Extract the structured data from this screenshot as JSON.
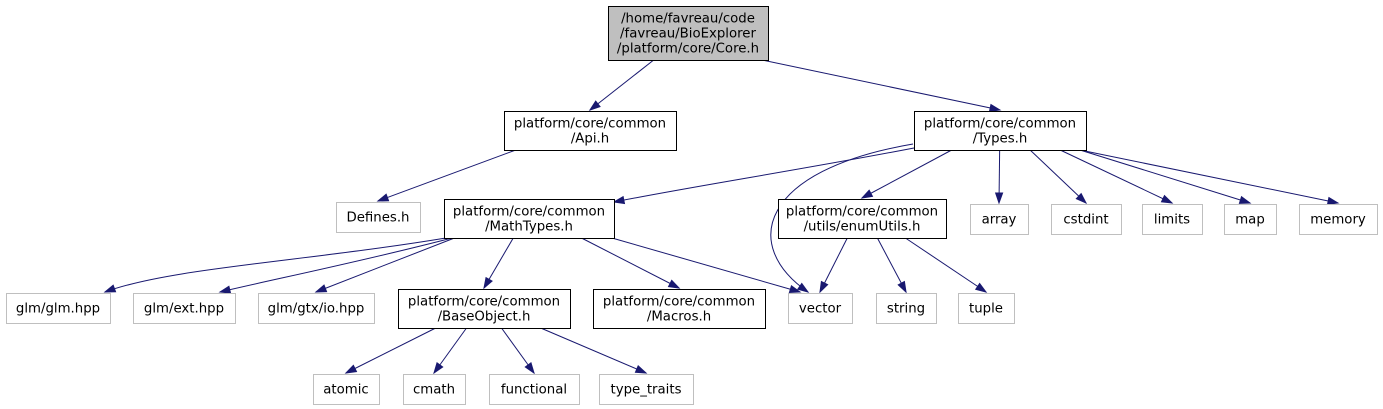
{
  "diagram": {
    "nodes": [
      {
        "id": "core",
        "lines": [
          "/home/favreau/code",
          "/favreau/BioExplorer",
          "/platform/core/Core.h"
        ],
        "kind": "root",
        "interactable": true
      },
      {
        "id": "api",
        "lines": [
          "platform/core/common",
          "/Api.h"
        ],
        "kind": "local",
        "interactable": true
      },
      {
        "id": "types",
        "lines": [
          "platform/core/common",
          "/Types.h"
        ],
        "kind": "local",
        "interactable": true
      },
      {
        "id": "defines",
        "lines": [
          "Defines.h"
        ],
        "kind": "external",
        "interactable": false
      },
      {
        "id": "mathtypes",
        "lines": [
          "platform/core/common",
          "/MathTypes.h"
        ],
        "kind": "local",
        "interactable": true
      },
      {
        "id": "enumutils",
        "lines": [
          "platform/core/common",
          "/utils/enumUtils.h"
        ],
        "kind": "local",
        "interactable": true
      },
      {
        "id": "array",
        "lines": [
          "array"
        ],
        "kind": "external",
        "interactable": false
      },
      {
        "id": "cstdint",
        "lines": [
          "cstdint"
        ],
        "kind": "external",
        "interactable": false
      },
      {
        "id": "limits",
        "lines": [
          "limits"
        ],
        "kind": "external",
        "interactable": false
      },
      {
        "id": "map",
        "lines": [
          "map"
        ],
        "kind": "external",
        "interactable": false
      },
      {
        "id": "memory",
        "lines": [
          "memory"
        ],
        "kind": "external",
        "interactable": false
      },
      {
        "id": "glm",
        "lines": [
          "glm/glm.hpp"
        ],
        "kind": "external",
        "interactable": false
      },
      {
        "id": "glmext",
        "lines": [
          "glm/ext.hpp"
        ],
        "kind": "external",
        "interactable": false
      },
      {
        "id": "glmio",
        "lines": [
          "glm/gtx/io.hpp"
        ],
        "kind": "external",
        "interactable": false
      },
      {
        "id": "baseobject",
        "lines": [
          "platform/core/common",
          "/BaseObject.h"
        ],
        "kind": "local",
        "interactable": true
      },
      {
        "id": "macros",
        "lines": [
          "platform/core/common",
          "/Macros.h"
        ],
        "kind": "local",
        "interactable": true
      },
      {
        "id": "vector",
        "lines": [
          "vector"
        ],
        "kind": "external",
        "interactable": false
      },
      {
        "id": "string",
        "lines": [
          "string"
        ],
        "kind": "external",
        "interactable": false
      },
      {
        "id": "tuple",
        "lines": [
          "tuple"
        ],
        "kind": "external",
        "interactable": false
      },
      {
        "id": "atomic",
        "lines": [
          "atomic"
        ],
        "kind": "external",
        "interactable": false
      },
      {
        "id": "cmath",
        "lines": [
          "cmath"
        ],
        "kind": "external",
        "interactable": false
      },
      {
        "id": "functional",
        "lines": [
          "functional"
        ],
        "kind": "external",
        "interactable": false
      },
      {
        "id": "type_traits",
        "lines": [
          "type_traits"
        ],
        "kind": "external",
        "interactable": false
      }
    ],
    "edges": [
      [
        "core",
        "api"
      ],
      [
        "core",
        "types"
      ],
      [
        "api",
        "defines"
      ],
      [
        "types",
        "mathtypes"
      ],
      [
        "types",
        "vector"
      ],
      [
        "types",
        "enumutils"
      ],
      [
        "types",
        "array"
      ],
      [
        "types",
        "cstdint"
      ],
      [
        "types",
        "limits"
      ],
      [
        "types",
        "map"
      ],
      [
        "types",
        "memory"
      ],
      [
        "mathtypes",
        "glm"
      ],
      [
        "mathtypes",
        "glmext"
      ],
      [
        "mathtypes",
        "glmio"
      ],
      [
        "mathtypes",
        "baseobject"
      ],
      [
        "mathtypes",
        "macros"
      ],
      [
        "mathtypes",
        "vector"
      ],
      [
        "enumutils",
        "vector"
      ],
      [
        "enumutils",
        "string"
      ],
      [
        "enumutils",
        "tuple"
      ],
      [
        "baseobject",
        "atomic"
      ],
      [
        "baseobject",
        "cmath"
      ],
      [
        "baseobject",
        "functional"
      ],
      [
        "baseobject",
        "type_traits"
      ]
    ]
  }
}
